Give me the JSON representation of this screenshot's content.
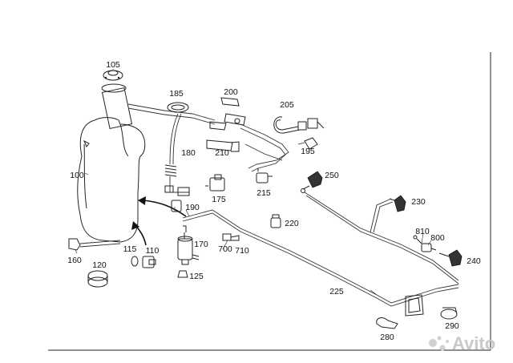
{
  "diagram": {
    "labels": {
      "p100": "100",
      "p105": "105",
      "p110": "110",
      "p115": "115",
      "p120": "120",
      "p125": "125",
      "p160": "160",
      "p170": "170",
      "p175": "175",
      "p180": "180",
      "p185": "185",
      "p190": "190",
      "p195": "195",
      "p200": "200",
      "p205": "205",
      "p210": "210",
      "p215": "215",
      "p220": "220",
      "p225": "225",
      "p230": "230",
      "p240": "240",
      "p250": "250",
      "p280": "280",
      "p290": "290",
      "p700": "700",
      "p710": "710",
      "p800": "800",
      "p810": "810"
    },
    "watermark": "Avito"
  },
  "colors": {
    "line": "#222222",
    "background": "#ffffff",
    "watermark": "#c9c9c9"
  }
}
